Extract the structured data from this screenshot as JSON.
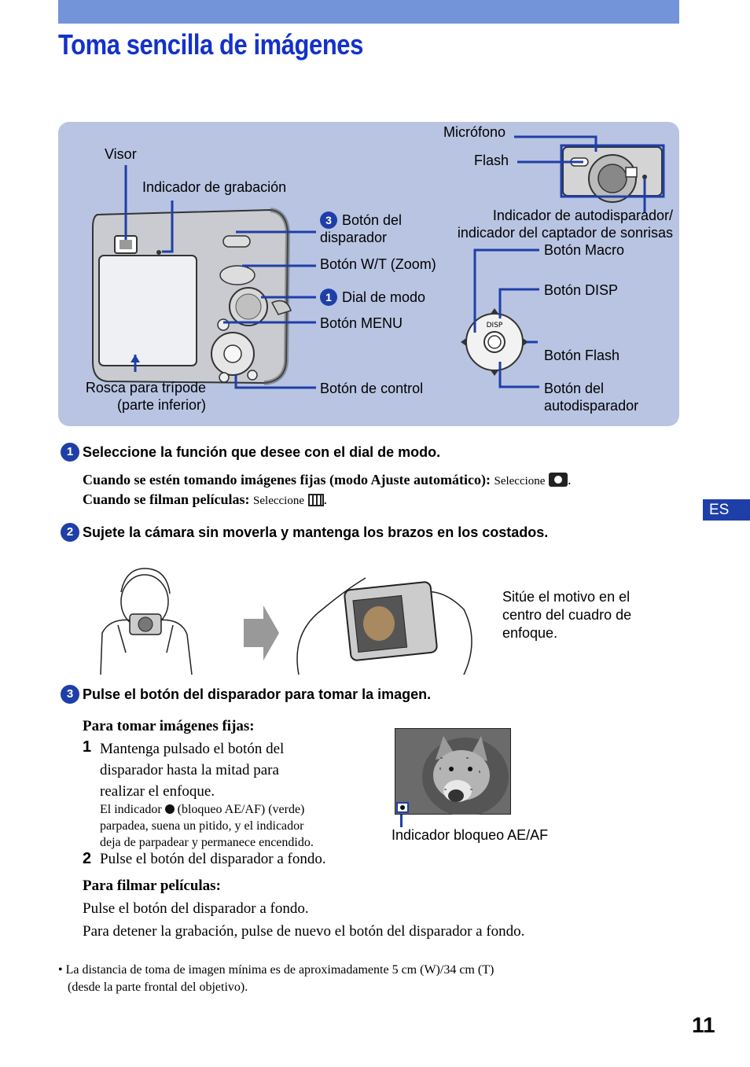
{
  "header": {
    "title": "Toma sencilla de imágenes"
  },
  "diagram": {
    "labels": {
      "visor": "Visor",
      "indicador_grabacion": "Indicador de grabación",
      "boton_disparador_num": "3",
      "boton_disparador_1": "Botón del",
      "boton_disparador_2": "disparador",
      "boton_wt": "Botón W/T (Zoom)",
      "dial_modo_num": "1",
      "dial_modo": "Dial de modo",
      "boton_menu": "Botón MENU",
      "rosca_1": "Rosca para trípode",
      "rosca_2": "(parte inferior)",
      "boton_control": "Botón de control",
      "microfono": "Micrófono",
      "flash": "Flash",
      "indicador_auto_1": "Indicador de autodisparador/",
      "indicador_auto_2": "indicador del captador de sonrisas",
      "boton_macro": "Botón Macro",
      "boton_disp": "Botón DISP",
      "boton_flash": "Botón Flash",
      "boton_auto_1": "Botón del",
      "boton_auto_2": "autodisparador",
      "disp_text": "DISP"
    }
  },
  "steps": {
    "s1": {
      "num": "1",
      "heading": "Seleccione la función que desee con el dial de modo.",
      "line1_bold": "Cuando se estén tomando imágenes fijas (modo Ajuste automático):",
      "line1_normal": "Seleccione",
      "line2_bold": "Cuando se filman películas:",
      "line2_normal": "Seleccione"
    },
    "s2": {
      "num": "2",
      "heading": "Sujete la cámara sin moverla y mantenga los brazos en los costados.",
      "caption_1": "Sitúe el motivo en el",
      "caption_2": "centro del cuadro de",
      "caption_3": "enfoque."
    },
    "s3": {
      "num": "3",
      "heading": "Pulse el botón del disparador para tomar la imagen.",
      "fijas_title": "Para tomar imágenes fijas:",
      "item1_num": "1",
      "item1_1": "Mantenga pulsado el botón del",
      "item1_2": "disparador hasta la mitad para",
      "item1_3": "realizar el enfoque.",
      "note_1a": "El indicador",
      "note_1b": "(bloqueo AE/AF) (verde)",
      "note_2": "parpadea, suena un pitido, y el indicador",
      "note_3": "deja de parpadear y permanece encendido.",
      "item2_num": "2",
      "item2": "Pulse el botón del disparador a fondo.",
      "peliculas_title": "Para filmar películas:",
      "peliculas_1": "Pulse el botón del disparador a fondo.",
      "peliculas_2": "Para detener la grabación, pulse de nuevo el botón del disparador a fondo.",
      "ae_label": "Indicador bloqueo AE/AF"
    }
  },
  "footnote": {
    "line1": "• La distancia de toma de imagen mínima es de aproximadamente 5 cm (W)/34 cm (T)",
    "line2": "(desde la parte frontal del objetivo)."
  },
  "side_tab": "ES",
  "page_number": "11",
  "colors": {
    "accent": "#1f3fa8",
    "title": "#1432c8",
    "bar": "#7394d9",
    "panel": "#b8c4e2"
  }
}
